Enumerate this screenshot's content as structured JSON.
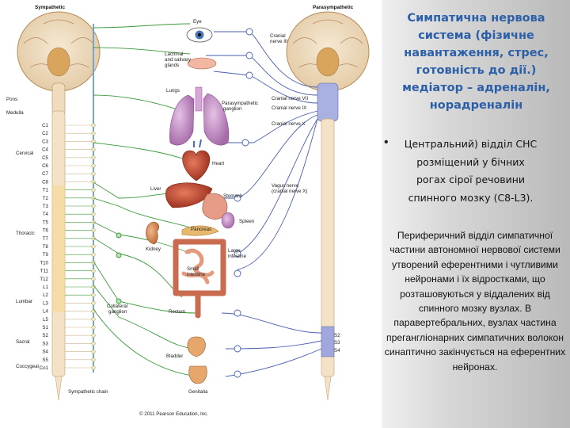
{
  "figure": {
    "header_left": "Sympathetic",
    "header_right": "Parasympathetic",
    "left_labels": {
      "pons": "Pons",
      "medulla": "Medulla",
      "cervical": "Cervical",
      "thoracic": "Thoracic",
      "lumbar": "Lumbar",
      "sacral": "Sacral",
      "coccygeal": "Coccygeal"
    },
    "segments": [
      "C1",
      "C2",
      "C3",
      "C4",
      "C5",
      "C6",
      "C7",
      "C8",
      "T1",
      "T2",
      "T3",
      "T4",
      "T5",
      "T6",
      "T7",
      "T8",
      "T9",
      "T10",
      "T11",
      "T12",
      "L1",
      "L2",
      "L3",
      "L4",
      "L5",
      "S1",
      "S2",
      "S3",
      "S4",
      "S5",
      "Co1"
    ],
    "sacral_right": [
      "S2",
      "S3",
      "S4"
    ],
    "organs": {
      "eye": "Eye",
      "lacrimal": "Lacrimal and salivary glands",
      "lungs": "Lungs",
      "heart": "Heart",
      "liver": "Liver",
      "stomach": "Stomach",
      "spleen": "Spleen",
      "pancreas": "Pancreas",
      "kidney": "Kidney",
      "large_intestine": "Large intestine",
      "small_intestine": "Small intestine",
      "rectum": "Rectum",
      "bladder": "Bladder",
      "genitalia": "Genitalia"
    },
    "nerves": {
      "cn3": "Cranial nerve III",
      "parasym_ganglion": "Parasympathetic ganglion",
      "cn7": "Cranial nerve VII",
      "cn9": "Cranial nerve IX",
      "cn10": "Cranial nerve X",
      "vagus": "Vagus nerve (cranial nerve X)",
      "collateral": "Collateral ganglion",
      "chain": "Sympathetic chain"
    },
    "copyright": "© 2011 Pearson Education, Inc."
  },
  "text": {
    "title": "Симпатична нервова система (фізичне навантаження, стрес, готовність до дії.) медіатор – адреналін, норадреналін",
    "bullet": "Центральний) відділ СНС розміщений у бічних рогах сірої речовини спинного мозку (С8-L3).",
    "paragraph": "Периферичний відділ симпатичної частини автономної нервової системи утворений еферентними і чутливими нейронами і їх відростками, що розташовуються у віддалених від спинного мозку вузлах. В паравертебральних, вузлах частина прегангліонарних симпатичних волокон синаптично закінчується на еферентних нейронах."
  },
  "colors": {
    "title": "#2b5fa8",
    "sympathetic_fiber": "#3a9a3a",
    "parasympathetic_fiber": "#4a5fb0",
    "cord": "#f3e2c6",
    "sacral_highlight": "#9fa7dc"
  }
}
